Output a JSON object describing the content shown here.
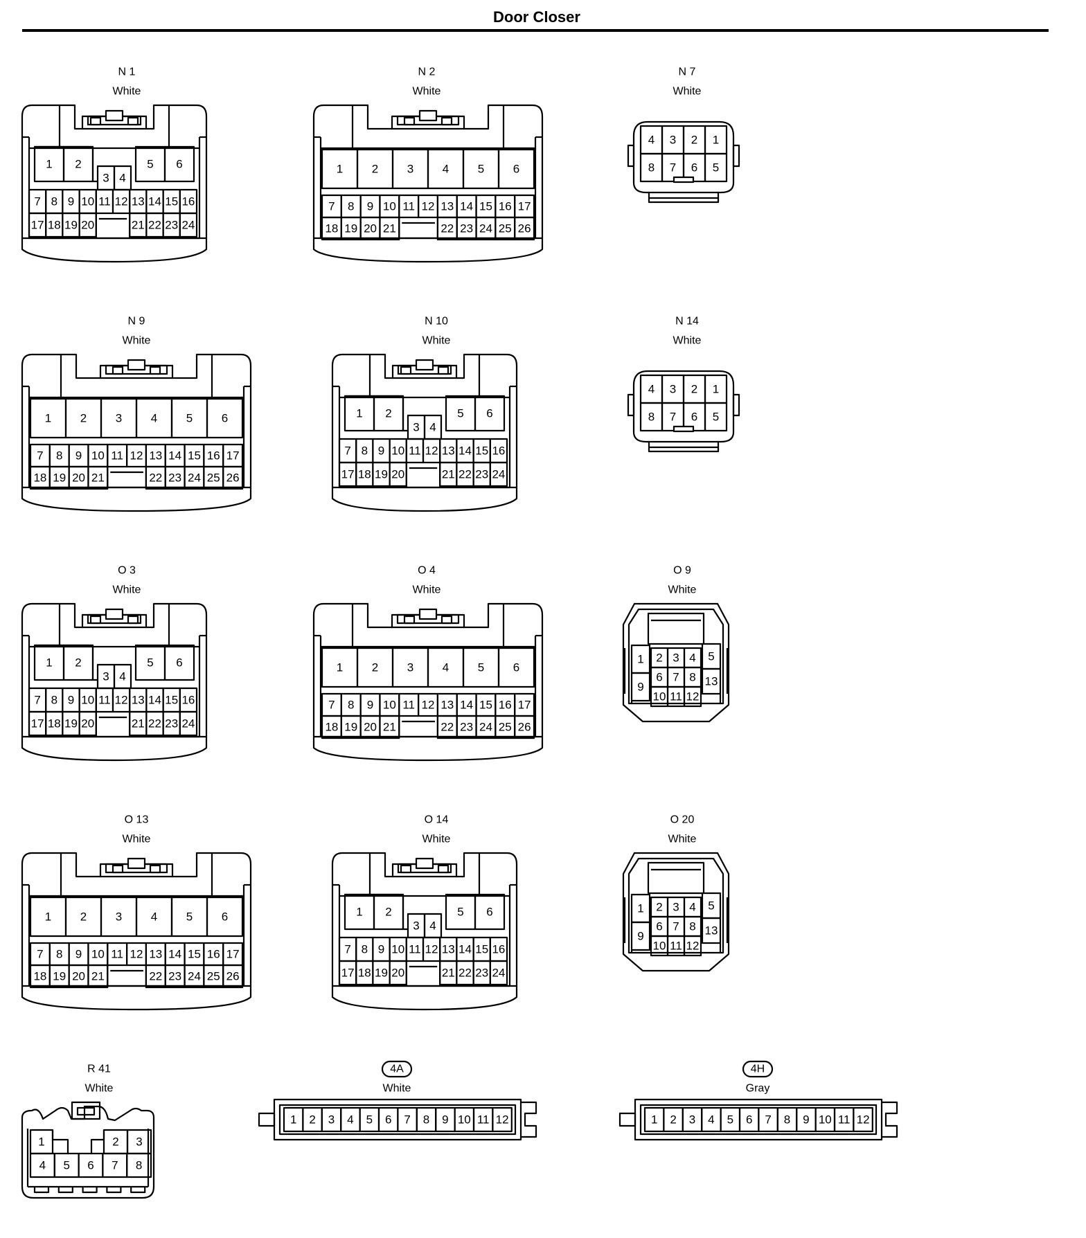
{
  "title": "Door Closer",
  "connectors": [
    {
      "id": "N1",
      "name": "N 1",
      "color": "White",
      "type": "wide24"
    },
    {
      "id": "N2",
      "name": "N 2",
      "color": "White",
      "type": "wide26"
    },
    {
      "id": "N7",
      "name": "N 7",
      "color": "White",
      "type": "small8"
    },
    {
      "id": "N9",
      "name": "N 9",
      "color": "White",
      "type": "wide26"
    },
    {
      "id": "N10",
      "name": "N 10",
      "color": "White",
      "type": "wide24"
    },
    {
      "id": "N14",
      "name": "N 14",
      "color": "White",
      "type": "small8"
    },
    {
      "id": "O3",
      "name": "O 3",
      "color": "White",
      "type": "wide24"
    },
    {
      "id": "O4",
      "name": "O 4",
      "color": "White",
      "type": "wide26"
    },
    {
      "id": "O9",
      "name": "O 9",
      "color": "White",
      "type": "small13"
    },
    {
      "id": "O13",
      "name": "O 13",
      "color": "White",
      "type": "wide26"
    },
    {
      "id": "O14",
      "name": "O 14",
      "color": "White",
      "type": "wide24"
    },
    {
      "id": "O20",
      "name": "O 20",
      "color": "White",
      "type": "small13"
    },
    {
      "id": "R41",
      "name": "R 41",
      "color": "White",
      "type": "small8b"
    },
    {
      "id": "4A",
      "name": "4A",
      "color": "White",
      "type": "strip12",
      "badge": true
    },
    {
      "id": "4H",
      "name": "4H",
      "color": "Gray",
      "type": "strip12",
      "badge": true
    }
  ]
}
